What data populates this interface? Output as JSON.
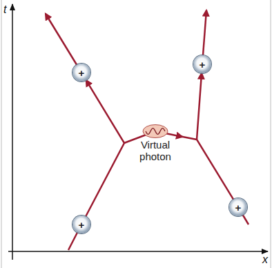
{
  "diagram": {
    "nodes": [
      {
        "text": [
          "+"
        ]
      },
      {
        "text": [
          "+"
        ]
      },
      {
        "text": [
          "Virtual photon"
        ]
      },
      {
        "text": [
          "+"
        ]
      },
      {
        "text": [
          "+"
        ]
      }
    ],
    "edges": [
      {
        "from": 3,
        "to": 0,
        "arrow": "to"
      },
      {
        "from": 4,
        "to": 1,
        "arrow": "to"
      }
    ],
    "labels": [
      "t",
      "x"
    ]
  }
}
